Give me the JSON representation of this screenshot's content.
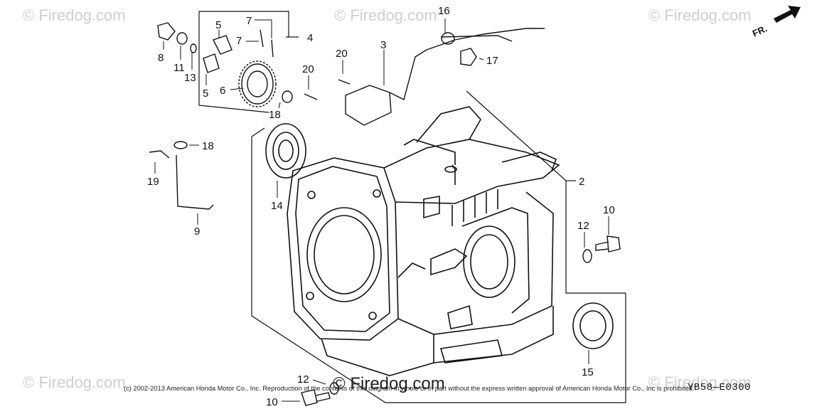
{
  "watermark": {
    "text": "© Firedog.com"
  },
  "center_watermark": "© Firedog.com",
  "orientation": {
    "label": "FR."
  },
  "diagram_code": "YB58—E0300",
  "copyright": "(c) 2002-2013 American Honda Motor Co., Inc. Reproduction of the contents of this diagram in whole or in part without the express written approval of American Honda Motor Co., Inc is prohibited.",
  "callouts": [
    {
      "id": "c1",
      "number": "7"
    },
    {
      "id": "c2",
      "number": "5"
    },
    {
      "id": "c3",
      "number": "7"
    },
    {
      "id": "c4",
      "number": "4"
    },
    {
      "id": "c5",
      "number": "8"
    },
    {
      "id": "c6",
      "number": "11"
    },
    {
      "id": "c7",
      "number": "13"
    },
    {
      "id": "c8",
      "number": "5"
    },
    {
      "id": "c9",
      "number": "6"
    },
    {
      "id": "c10",
      "number": "18"
    },
    {
      "id": "c11",
      "number": "16"
    },
    {
      "id": "c12",
      "number": "3"
    },
    {
      "id": "c13",
      "number": "20"
    },
    {
      "id": "c14",
      "number": "20"
    },
    {
      "id": "c15",
      "number": "17"
    },
    {
      "id": "c16",
      "number": "18"
    },
    {
      "id": "c17",
      "number": "19"
    },
    {
      "id": "c18",
      "number": "9"
    },
    {
      "id": "c19",
      "number": "14"
    },
    {
      "id": "c20",
      "number": "2"
    },
    {
      "id": "c21",
      "number": "10"
    },
    {
      "id": "c22",
      "number": "12"
    },
    {
      "id": "c23",
      "number": "15"
    },
    {
      "id": "c24",
      "number": "12"
    },
    {
      "id": "c25",
      "number": "10"
    }
  ],
  "colors": {
    "ink": "#111111",
    "watermark": "#cfcfcf",
    "background": "#ffffff"
  }
}
